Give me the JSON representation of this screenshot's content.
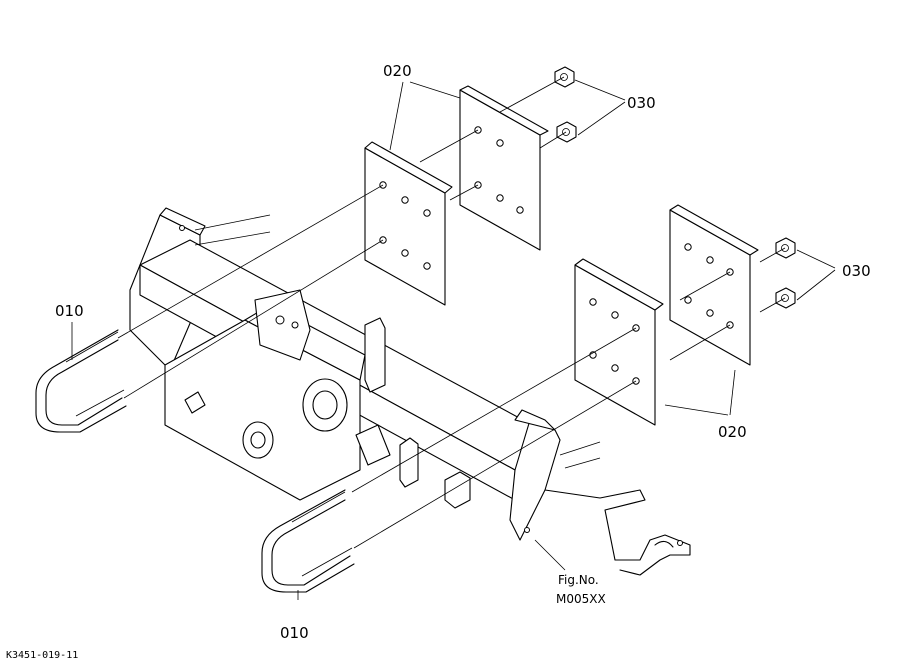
{
  "callouts": {
    "plate_top": "020",
    "plate_right": "020",
    "nut_top": "030",
    "nut_right": "030",
    "bolt_left": "010",
    "bolt_bottom": "010"
  },
  "figure_ref": {
    "line1": "Fig.No.",
    "line2": "M005XX"
  },
  "drawing_code": "K3451-019-11"
}
